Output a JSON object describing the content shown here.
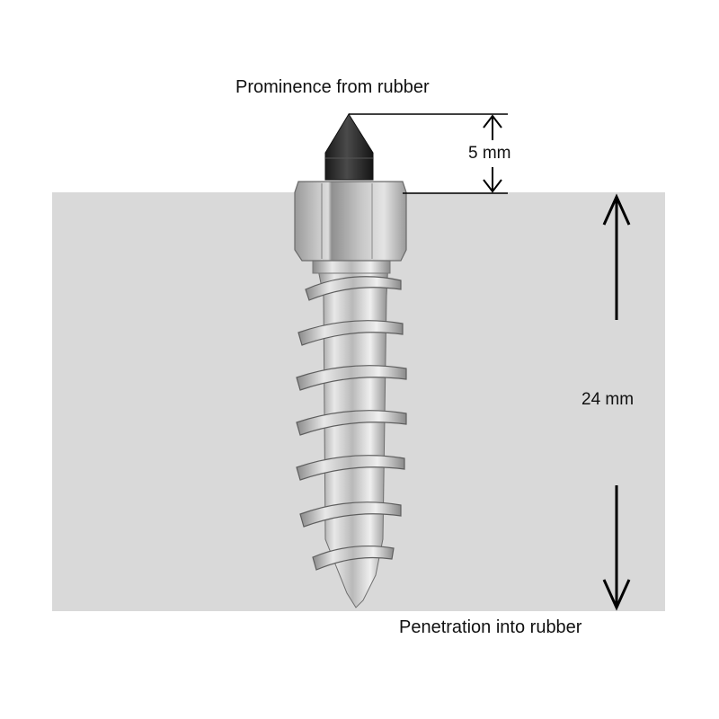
{
  "labels": {
    "prominence": "Prominence from rubber",
    "prominence_value": "5 mm",
    "penetration_value": "24 mm",
    "penetration": "Penetration into rubber"
  },
  "measurements": {
    "prominence_mm": 5,
    "penetration_mm": 24
  },
  "colors": {
    "background": "#ffffff",
    "rubber": "#d9d9d9",
    "tip": "#2a2a2a",
    "metal_light": "#e6e6e6",
    "metal_dark": "#7a7a7a",
    "ink": "#000000"
  }
}
